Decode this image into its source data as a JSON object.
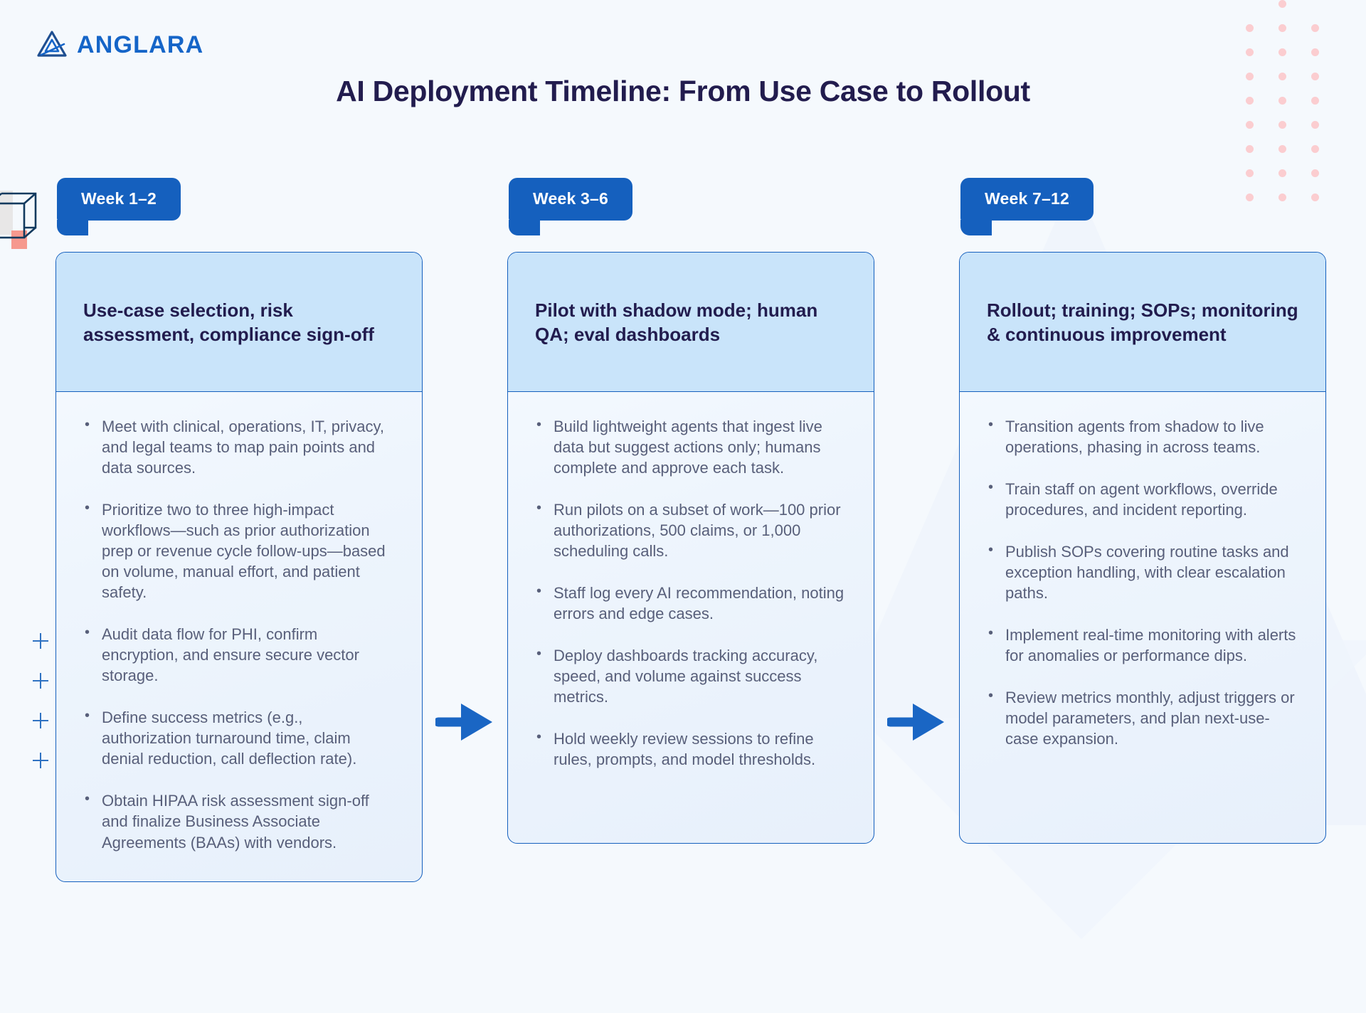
{
  "brand": {
    "name": "ANGLARA",
    "logo_icon": "anglara-triangle-logo-icon",
    "color": "#1565c8"
  },
  "header": {
    "title": "AI Deployment Timeline: From Use Case to Rollout",
    "title_color": "#221c4e"
  },
  "theme": {
    "background": "#f5f9fd",
    "badge_blue": "#1560be",
    "card_border": "#1560be",
    "card_head_fill": "#c9e4fa",
    "body_text": "#585f7a",
    "heading_text": "#221c4e",
    "arrow_blue": "#1a66c4",
    "dot_pink": "#fbcdd0",
    "plus_blue": "#2f72c2",
    "cube_grey": "#e8e7e7",
    "cube_pink": "#f6998e"
  },
  "decorations": {
    "dot_grid": {
      "columns": 3,
      "rows": 9,
      "color": "#fbcdd0"
    },
    "plus_marks": {
      "count": 4,
      "color": "#2f72c2"
    },
    "cube_icon": "wireframe-cube-icon",
    "arrow_icon": "right-arrow-icon"
  },
  "stages": [
    {
      "badge": "Week 1–2",
      "heading": "Use-case selection, risk assessment, compliance sign-off",
      "bullets": [
        "Meet with clinical, operations, IT, privacy, and legal teams to map pain points and data sources.",
        "Prioritize two to three high-impact workflows—such as prior authorization prep or revenue cycle follow-ups—based on volume, manual effort, and patient safety.",
        "Audit data flow for PHI, confirm encryption, and ensure secure vector storage.",
        "Define success metrics (e.g., authorization turnaround time, claim denial reduction, call deflection rate).",
        "Obtain HIPAA risk assessment sign-off and finalize Business Associate Agreements (BAAs) with vendors."
      ]
    },
    {
      "badge": "Week 3–6",
      "heading": "Pilot with shadow mode; human QA; eval dashboards",
      "bullets": [
        "Build lightweight agents that ingest live data but suggest actions only; humans complete and approve each task.",
        "Run pilots on a subset of work—100 prior authorizations, 500 claims, or 1,000 scheduling calls.",
        "Staff log every AI recommendation, noting errors and edge cases.",
        "Deploy dashboards tracking accuracy, speed, and volume against success metrics.",
        "Hold weekly review sessions to refine rules, prompts, and model thresholds."
      ]
    },
    {
      "badge": "Week 7–12",
      "heading": "Rollout; training; SOPs; monitoring & continuous improvement",
      "bullets": [
        "Transition agents from shadow to live operations, phasing in across teams.",
        "Train staff on agent workflows, override procedures, and incident reporting.",
        "Publish SOPs covering routine tasks and exception handling, with clear escalation paths.",
        "Implement real-time monitoring with alerts for anomalies or performance dips.",
        "Review metrics monthly, adjust triggers or model parameters, and plan next-use-case expansion."
      ]
    }
  ]
}
